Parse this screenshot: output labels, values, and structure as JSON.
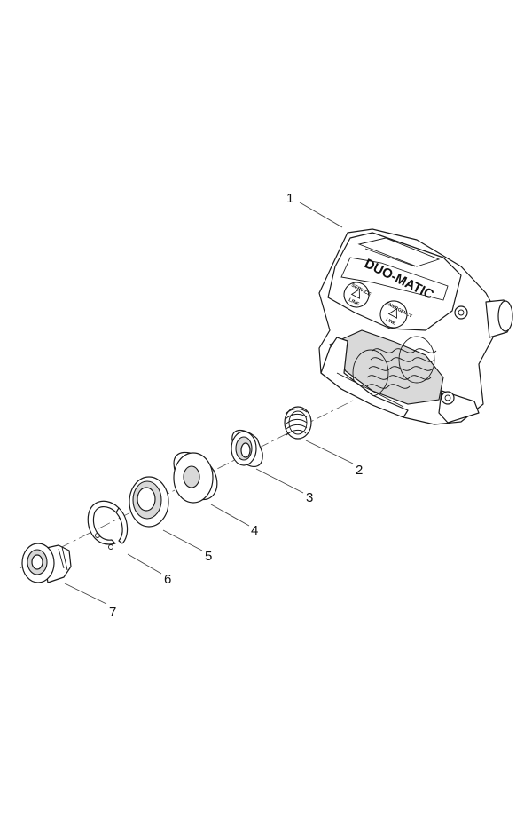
{
  "callouts": [
    {
      "id": "1",
      "text": "1"
    },
    {
      "id": "2",
      "text": "2"
    },
    {
      "id": "3",
      "text": "3"
    },
    {
      "id": "4",
      "text": "4"
    },
    {
      "id": "5",
      "text": "5"
    },
    {
      "id": "6",
      "text": "6"
    },
    {
      "id": "7",
      "text": "7"
    }
  ],
  "coupler": {
    "brand": "DUO-MATIC",
    "badge_service_top": "SERVICE",
    "badge_service_bottom": "LINE",
    "badge_emergency_top": "EMERGENCY",
    "badge_emergency_bottom": "LINE"
  },
  "colors": {
    "line": "#1a1a1a",
    "shade": "#d9d9d9",
    "background": "#ffffff"
  }
}
